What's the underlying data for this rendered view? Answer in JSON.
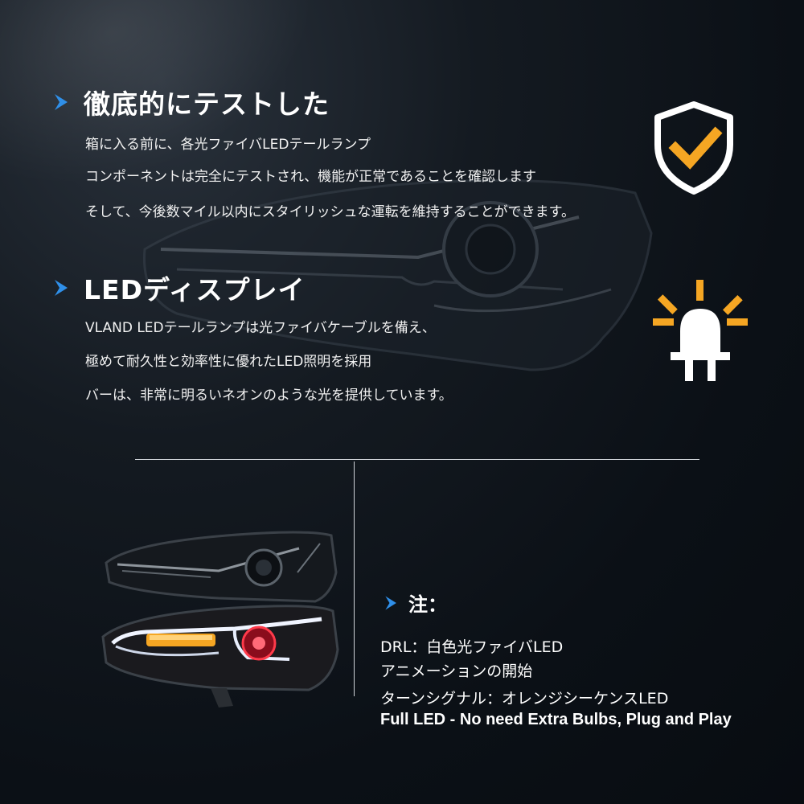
{
  "section1": {
    "title": "徹底的にテストした",
    "lines": [
      "箱に入る前に、各光ファイバLEDテールランプ",
      "コンポーネントは完全にテストされ、機能が正常であることを確認します",
      "そして、今後数マイル以内にスタイリッシュな運転を維持することができます。"
    ]
  },
  "section2": {
    "title": "LEDディスプレイ",
    "lines": [
      "VLAND LEDテールランプは光ファイバケーブルを備え、",
      "極めて耐久性と効率性に優れたLED照明を採用",
      "バーは、非常に明るいネオンのような光を提供しています。"
    ]
  },
  "note": {
    "title": "注：",
    "lines": [
      "DRL：白色光ファイバLED",
      "アニメーションの開始",
      "ターンシグナル：オレンジシーケンスLED",
      "Full LED - No need Extra Bulbs, Plug and Play"
    ]
  },
  "colors": {
    "accent_blue": "#2f8fe8",
    "accent_orange": "#f5a623",
    "text": "#ffffff",
    "background": "#0b1016"
  },
  "icons": {
    "section_marker": "chevron-right-icon",
    "shield": "shield-check-icon",
    "bulb": "led-bulb-icon"
  }
}
